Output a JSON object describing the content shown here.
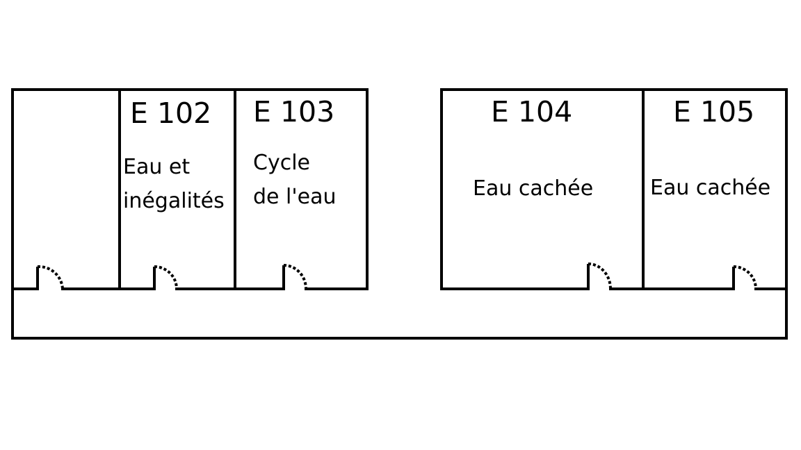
{
  "rooms": [
    {
      "number": "",
      "label_lines": []
    },
    {
      "number": "E 102",
      "label_lines": [
        "Eau et",
        "inégalités"
      ]
    },
    {
      "number": "E 103",
      "label_lines": [
        "Cycle",
        "de l'eau"
      ]
    },
    {
      "number": "E 104",
      "label_lines": [
        "Eau cachée"
      ]
    },
    {
      "number": "E 105",
      "label_lines": [
        "Eau cachée"
      ]
    }
  ]
}
